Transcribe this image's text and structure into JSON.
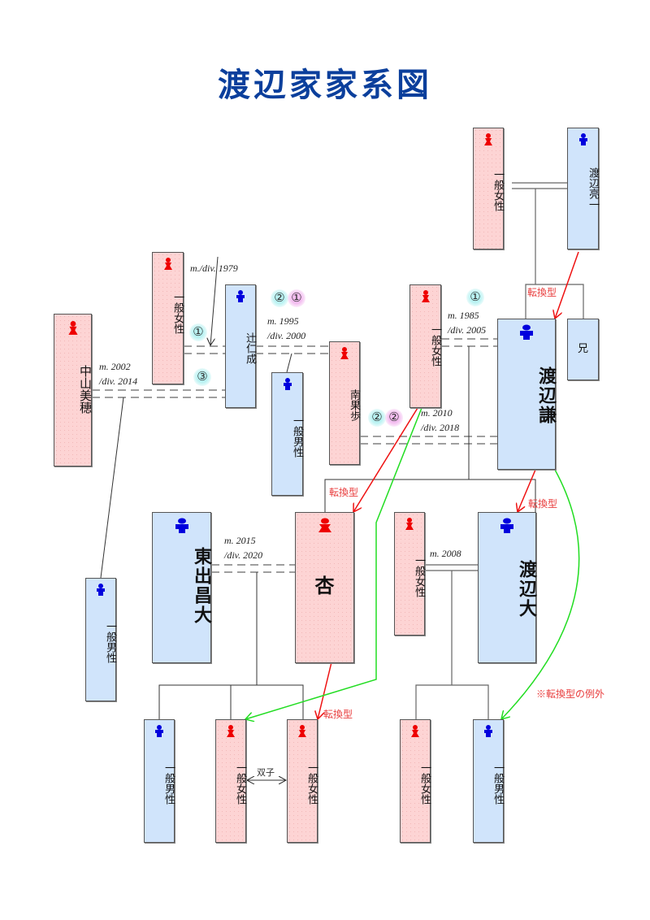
{
  "title": "渡辺家家系図",
  "colors": {
    "title": "#0b3f9c",
    "female_fill": "#fdd4d4",
    "male_fill": "#d0e4fb",
    "female_icon": "#ee0000",
    "male_icon": "#0000dd",
    "transform_arrow": "#ee1111",
    "exception_arrow": "#22dd22",
    "circle_cyan": "#b9f2f2",
    "circle_pink": "#f3bdf0"
  },
  "people": {
    "top_wife": {
      "name": "一般女性",
      "sex": "female"
    },
    "ryoichi": {
      "name": "渡辺亮一",
      "sex": "male"
    },
    "ani": {
      "name": "兄",
      "sex": "male"
    },
    "left_woman": {
      "name": "一般女性",
      "sex": "female"
    },
    "tsuji": {
      "name": "辻仁成",
      "sex": "male"
    },
    "nakayama": {
      "name": "中山美穂",
      "sex": "female"
    },
    "tsuji_son": {
      "name": "一般男性",
      "sex": "male"
    },
    "minami": {
      "name": "南果歩",
      "sex": "female"
    },
    "ken_ex": {
      "name": "一般女性",
      "sex": "female"
    },
    "ken": {
      "name": "渡辺謙",
      "sex": "male"
    },
    "miho_son": {
      "name": "一般男性",
      "sex": "male"
    },
    "higashide": {
      "name": "東出昌大",
      "sex": "male"
    },
    "anne": {
      "name": "杏",
      "sex": "female"
    },
    "dai_wife": {
      "name": "一般女性",
      "sex": "female"
    },
    "dai": {
      "name": "渡辺大",
      "sex": "male"
    },
    "gc1": {
      "name": "一般男性",
      "sex": "male"
    },
    "gc2": {
      "name": "一般女性",
      "sex": "female"
    },
    "gc3": {
      "name": "一般女性",
      "sex": "female"
    },
    "gc4": {
      "name": "一般女性",
      "sex": "female"
    },
    "gc5": {
      "name": "一般男性",
      "sex": "male"
    }
  },
  "marriages": {
    "tsuji_first": "m./div. 1979",
    "tsuji_minami_m": "m. 1995",
    "tsuji_minami_div": "/div. 2000",
    "nakayama_m": "m. 2002",
    "nakayama_div": "/div. 2014",
    "ken_first_m": "m. 1985",
    "ken_first_div": "/div. 2005",
    "ken_minami_m": "m. 2010",
    "ken_minami_div": "/div. 2018",
    "higashide_m": "m. 2015",
    "higashide_div": "/div. 2020",
    "dai_m": "m. 2008"
  },
  "order_marks": {
    "tsuji_1": "①",
    "tsuji_3": "③",
    "minami_pair_a": "②",
    "minami_pair_b": "①",
    "ken_1": "①",
    "ken_minami_a": "②",
    "ken_minami_b": "②"
  },
  "annotations": {
    "transform": "転換型",
    "exception": "※転換型の例外",
    "twins": "双子"
  }
}
